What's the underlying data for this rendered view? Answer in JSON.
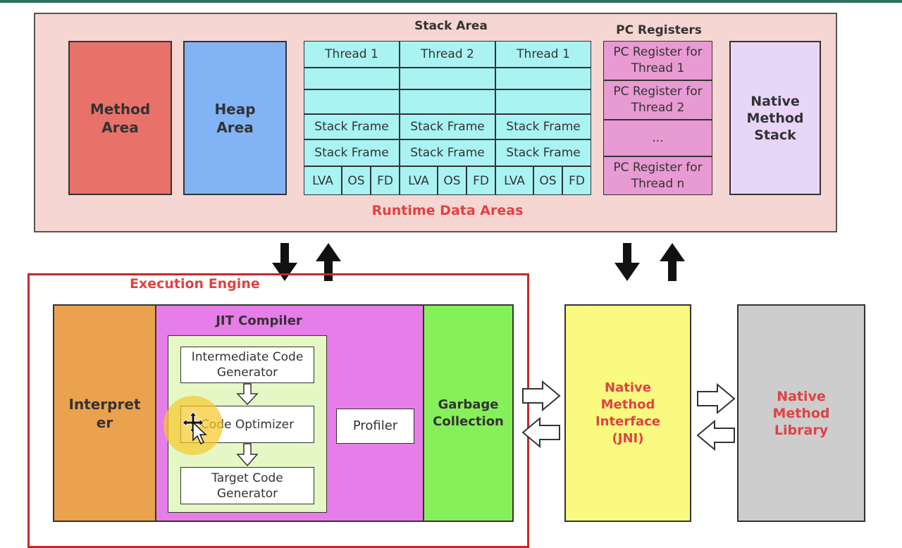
{
  "runtime": {
    "title": "Runtime Data Areas",
    "method_area": "Method\nArea",
    "heap_area": "Heap\nArea",
    "stack_area": {
      "title": "Stack Area",
      "threads": [
        "Thread 1",
        "Thread 2",
        "Thread 1"
      ],
      "stack_frame": "Stack Frame",
      "lva": "LVA",
      "os": "OS",
      "fd": "FD"
    },
    "pc_registers": {
      "title": "PC Registers",
      "items": [
        "PC Register for Thread 1",
        "PC Register for Thread 2",
        "...",
        "PC Register for Thread n"
      ]
    },
    "native_method_stack": "Native\nMethod\nStack"
  },
  "execution_engine": {
    "title": "Execution Engine",
    "interpreter": "Interpret\ner",
    "jit": {
      "title": "JIT Compiler",
      "intermediate": "Intermediate Code Generator",
      "optimizer": "Code Optimizer",
      "target": "Target Code Generator",
      "profiler": "Profiler"
    },
    "gc": "Garbage\nCollection"
  },
  "jni": "Native\nMethod\nInterface\n(JNI)",
  "native_library": "Native\nMethod\nLibrary",
  "colors": {
    "method_area": "#e8726a",
    "heap_area": "#82b4f5",
    "stack_cell": "#a9f3f3",
    "pc_register": "#e89ad2",
    "native_stack": "#e8d6f8",
    "interpreter": "#eba24e",
    "jit": "#e67de8",
    "jit_inner": "#e4f7c5",
    "gc": "#86f05a",
    "jni": "#fafa80",
    "native_library": "#cdcdcd",
    "label_red": "#e04242"
  }
}
